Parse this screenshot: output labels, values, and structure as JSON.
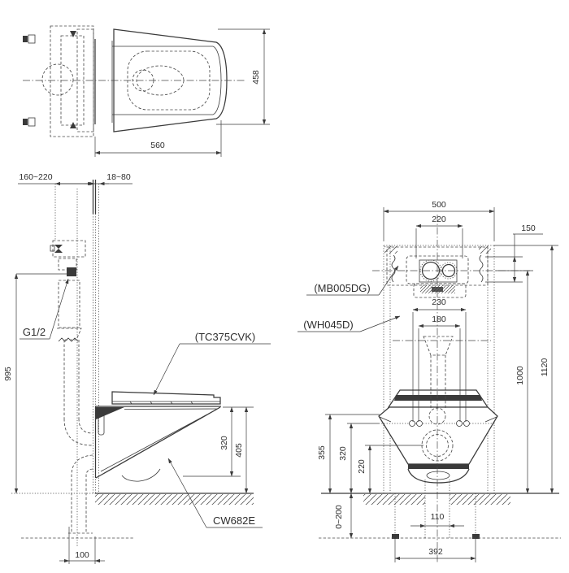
{
  "drawing": {
    "colors": {
      "line": "#3a3a3a",
      "text": "#2e2e2e",
      "background": "#ffffff"
    },
    "plan_view": {
      "dims": {
        "width": "560",
        "depth": "458"
      }
    },
    "side_view": {
      "dims": {
        "frame_depth_range": "160~220",
        "wall_finish_range": "18~80",
        "supply_height": "995",
        "bowl_height": "320",
        "rim_height": "405",
        "drain_offset": "100"
      },
      "labels": {
        "supply_thread": "G1/2",
        "seat_model": "(TC375CVK)",
        "bowl_model": "CW682E"
      }
    },
    "front_view": {
      "dims": {
        "frame_width": "500",
        "plate_bolt_width": "220",
        "plate_opening_height": "150",
        "bolt_span_wide": "230",
        "bolt_span_narrow": "180",
        "frame_total_height": "1120",
        "plate_center_height": "1000",
        "rim_height": "355",
        "bolt_height": "320",
        "drain_center_height": "220",
        "floor_buildup_range": "0~200",
        "outlet_width": "110",
        "anchor_span": "392"
      },
      "labels": {
        "flush_plate_model": "(MB005DG)",
        "frame_model": "(WH045D)"
      }
    }
  }
}
